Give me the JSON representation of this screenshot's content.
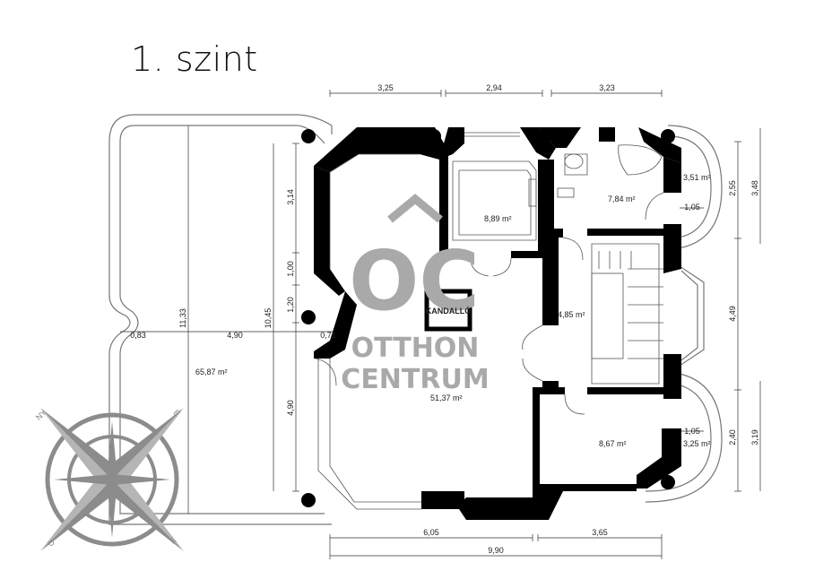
{
  "title": "1. szint",
  "dimensions": {
    "top": [
      "3,25",
      "2,94",
      "3,23"
    ],
    "bottom": [
      "6,05",
      "3,65",
      "9,90"
    ],
    "left_inner": [
      "3,14",
      "1,00",
      "1,20",
      "4,90"
    ],
    "left_outer": "11,33",
    "left_mid": "10,45",
    "horizontal_row": [
      "0,83",
      "4,90",
      "0,71"
    ],
    "right_inner": [
      "2,55",
      "4,49",
      "2,40"
    ],
    "right_outer": [
      "3,48",
      "3,19"
    ],
    "door_widths": [
      "1,05",
      "1,05"
    ]
  },
  "rooms": [
    {
      "area": "65,87 m²"
    },
    {
      "area": "51,37 m²"
    },
    {
      "area": "8,89 m²"
    },
    {
      "area": "7,84 m²"
    },
    {
      "area": "3,51 m²"
    },
    {
      "area": "4,85 m²"
    },
    {
      "area": "8,67 m²"
    },
    {
      "area": "3,25 m²"
    }
  ],
  "fireplace_label": "KANDALLÓ",
  "watermark": {
    "logo": "OC",
    "line1": "OTTHON",
    "line2": "CENTRUM"
  },
  "compass": {
    "ny": "NY",
    "e": "É",
    "d": "D",
    "k": "K"
  },
  "colors": {
    "wall": "#000000",
    "watermark": "#a9a9a9",
    "compass": "#8c8c8c"
  }
}
